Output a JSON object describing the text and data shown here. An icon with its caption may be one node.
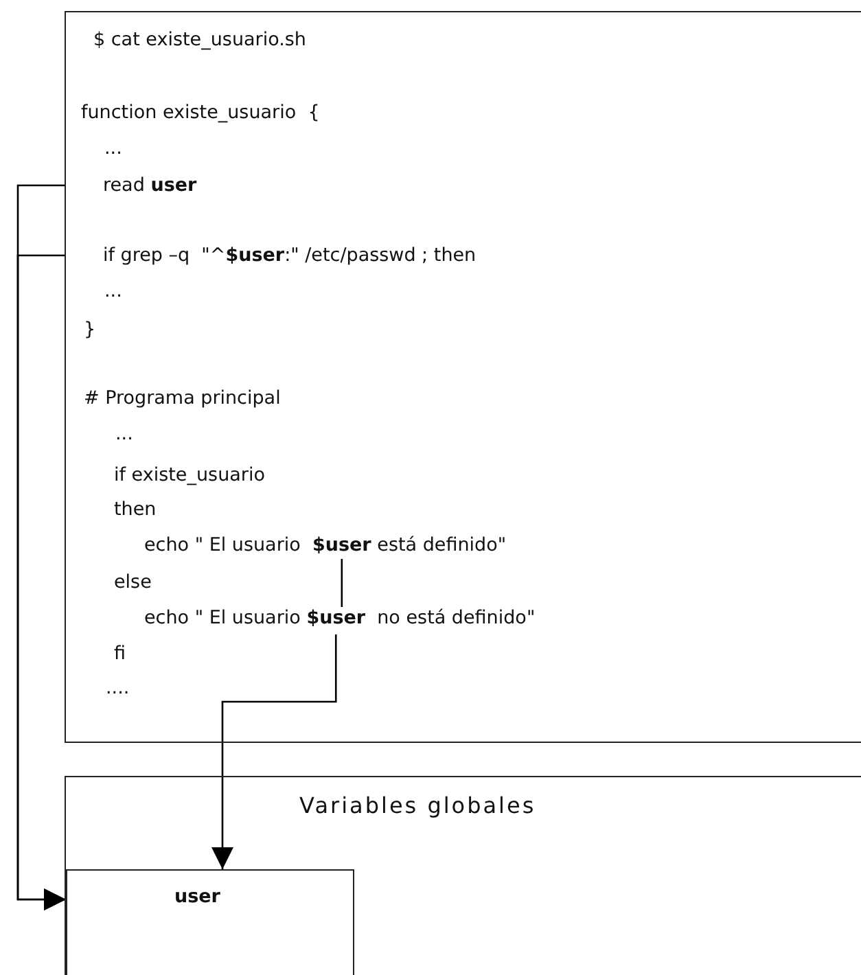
{
  "diagram": {
    "nodes": [
      {
        "text": [
          "$ cat existe_usuario.sh",
          "function existe_usuario  {",
          "...",
          "...",
          "}",
          "# Programa principal",
          "...",
          "if existe_usuario",
          "then",
          "else",
          "fi",
          "...."
        ]
      },
      {
        "text": [
          "read **user**"
        ],
        "in": 0
      },
      {
        "text": [
          "if grep –q  \"^**$user**:\" /etc/passwd ; then"
        ],
        "in": 0
      },
      {
        "text": [
          "echo \" El usuario  **$user** está definido\""
        ],
        "in": 0
      },
      {
        "text": [
          "echo \" El usuario **$user**  no está definido\""
        ],
        "in": 0
      },
      {
        "text": [
          "Variables globales"
        ]
      },
      {
        "text": [
          "user"
        ],
        "in": 5
      }
    ],
    "edges": [
      {
        "from": 1,
        "to": 6,
        "arrow": "to"
      },
      {
        "from": 2,
        "to": 6,
        "arrow": "to"
      },
      {
        "from": 3,
        "to": 4,
        "arrow": "none"
      },
      {
        "from": 4,
        "to": 6,
        "arrow": "to"
      }
    ]
  }
}
